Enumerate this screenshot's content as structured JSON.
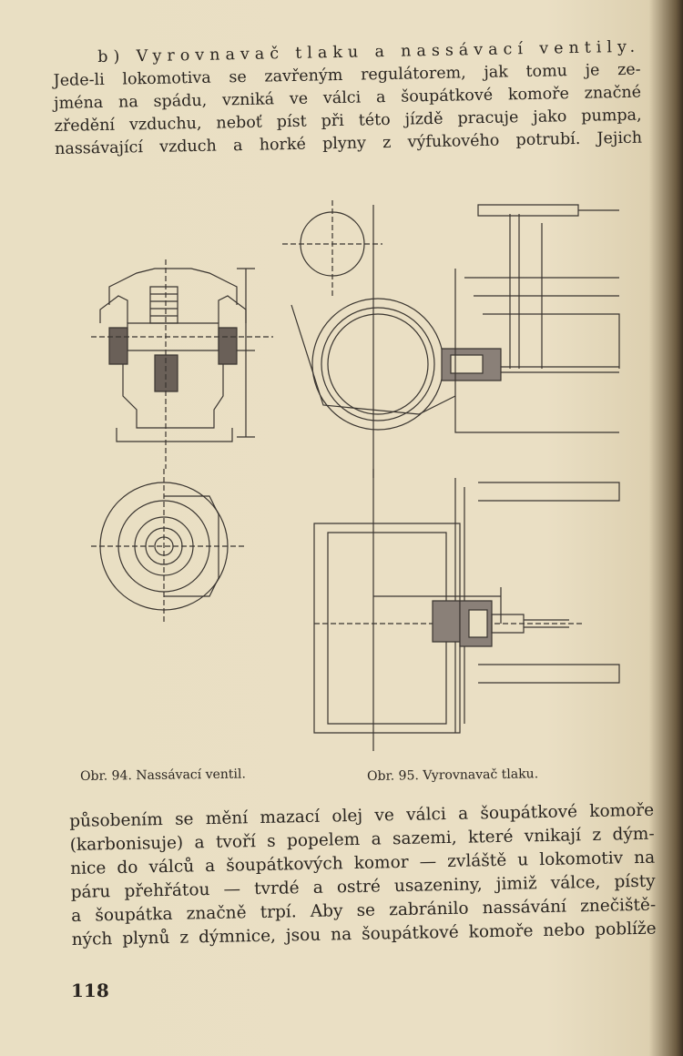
{
  "heading": {
    "label": "b)",
    "title": "Vyrovnavač tlaku a nassávací ventily."
  },
  "para1": [
    "Jede-li lokomotiva se zavřeným regulátorem, jak tomu je ze-",
    "jména na spádu, vzniká ve válci a šoupátkové komoře značné",
    "zředění vzduchu, neboť píst při této jízdě pracuje jako pumpa,",
    "nassávající vzduch a horké plyny z výfukového potrubí. Jejich"
  ],
  "captions": {
    "fig94": "Obr. 94. Nassávací ventil.",
    "fig95": "Obr. 95. Vyrovnavač tlaku."
  },
  "para2": [
    "působením se mění mazací olej ve válci a šoupátkové komoře",
    "(karbonisuje) a tvoří s popelem a sazemi, které vnikají z dým-",
    "nice do válců a šoupátkových komor — zvláště u lokomotiv na",
    "páru přehřátou — tvrdé a ostré usazeniny, jimiž válce, písty",
    "a šoupátka značně trpí. Aby se zabránilo nassávání znečiště-",
    "ných plynů z dýmnice, jsou na šoupátkové komoře nebo poblíže"
  ],
  "page_number": "118"
}
